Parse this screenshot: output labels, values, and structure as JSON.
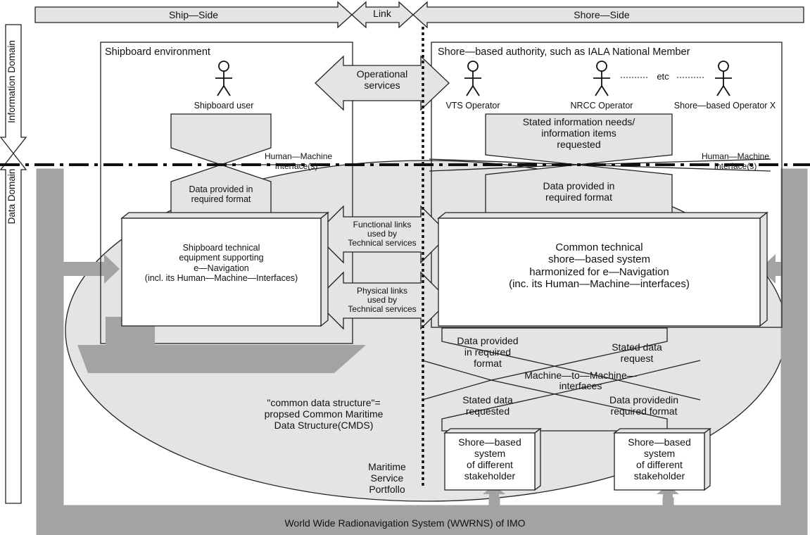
{
  "header": {
    "ship_side": "Ship—Side",
    "link": "Link",
    "shore_side": "Shore—Side"
  },
  "domains": {
    "information": "Information Domain",
    "data": "Data Domain"
  },
  "ship": {
    "environment": "Shipboard environment",
    "user": "Shipboard user",
    "hmi": "Human—Machine\nInterface(s)",
    "data_provided": "Data provided in\nrequired format",
    "equipment": "Shipboard technical\nequipment supporting\ne—Navigation\n(incl. its Human—Machine—Interfaces)"
  },
  "link": {
    "operational": "Operational\nservices",
    "functional": "Functional links\nused by\nTechnical services",
    "physical": "Physical links\nused by\nTechnical services"
  },
  "shore": {
    "authority": "Shore—based authority, such as IALA National Member",
    "operators": [
      "VTS Operator",
      "NRCC Operator",
      "Shore—based Operator X"
    ],
    "etc": "etc",
    "stated_needs": "Stated information needs/\ninformation items\nrequested",
    "hmi": "Human—Machine\nInterface(s)",
    "data_provided": "Data provided in\nrequired format",
    "common_system": "Common technical\nshore—based system\nharmonized for e—Navigation\n(inc. its Human—Machine—interfaces)",
    "data_provided_left": "Data provided\nin required\nformat",
    "stated_request": "Stated data\nrequest",
    "m2m": "Machine—to—Machine—\ninterfaces",
    "stated_requested": "Stated data\nrequested",
    "data_providedin": "Data providedin\nrequired format",
    "stakeholder_1": "Shore—based\nsystem\nof different\nstakeholder",
    "stakeholder_2": "Shore—based\nsystem\nof different\nstakeholder"
  },
  "cmds": "\"common data structure\"=\npropsed Common Maritime\nData Structure(CMDS)",
  "msp": "Maritime\nService\nPortfollo",
  "wwrns": "World Wide Radionavigation System (WWRNS) of IMO",
  "colors": {
    "fill": "#e4e4e4",
    "dark": "#a3a3a3",
    "line": "#222222"
  }
}
